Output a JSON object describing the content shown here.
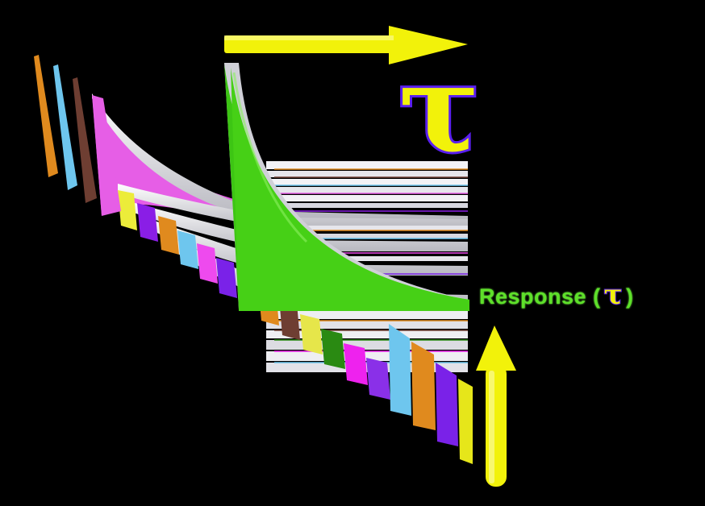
{
  "symbols": {
    "tau": "τ"
  },
  "response_label": {
    "word": "Response",
    "open": "(",
    "symbol": "τ",
    "close": ")"
  },
  "colors": {
    "background": "#000000",
    "arrow": "#f2f20a",
    "tau_outline": "#5a1ff0",
    "response_curve": "#4ed11a",
    "label_green": "#5ee02a",
    "sheet": "#e8e8ec"
  },
  "strip_palette": [
    "#e08a1e",
    "#6ec6ee",
    "#6e3e32",
    "#e65ee6",
    "#ecec3a",
    "#8a1ee6",
    "#e08a1e",
    "#6ec6ee",
    "#ee4aee",
    "#7a22e8",
    "#e08a1e",
    "#6e3e32",
    "#e6e64a",
    "#2a8a12",
    "#ee22ee",
    "#8a30e8",
    "#ee22ee",
    "#6ec6ee",
    "#e08a1e",
    "#7a22e8",
    "#e6e61a"
  ]
}
